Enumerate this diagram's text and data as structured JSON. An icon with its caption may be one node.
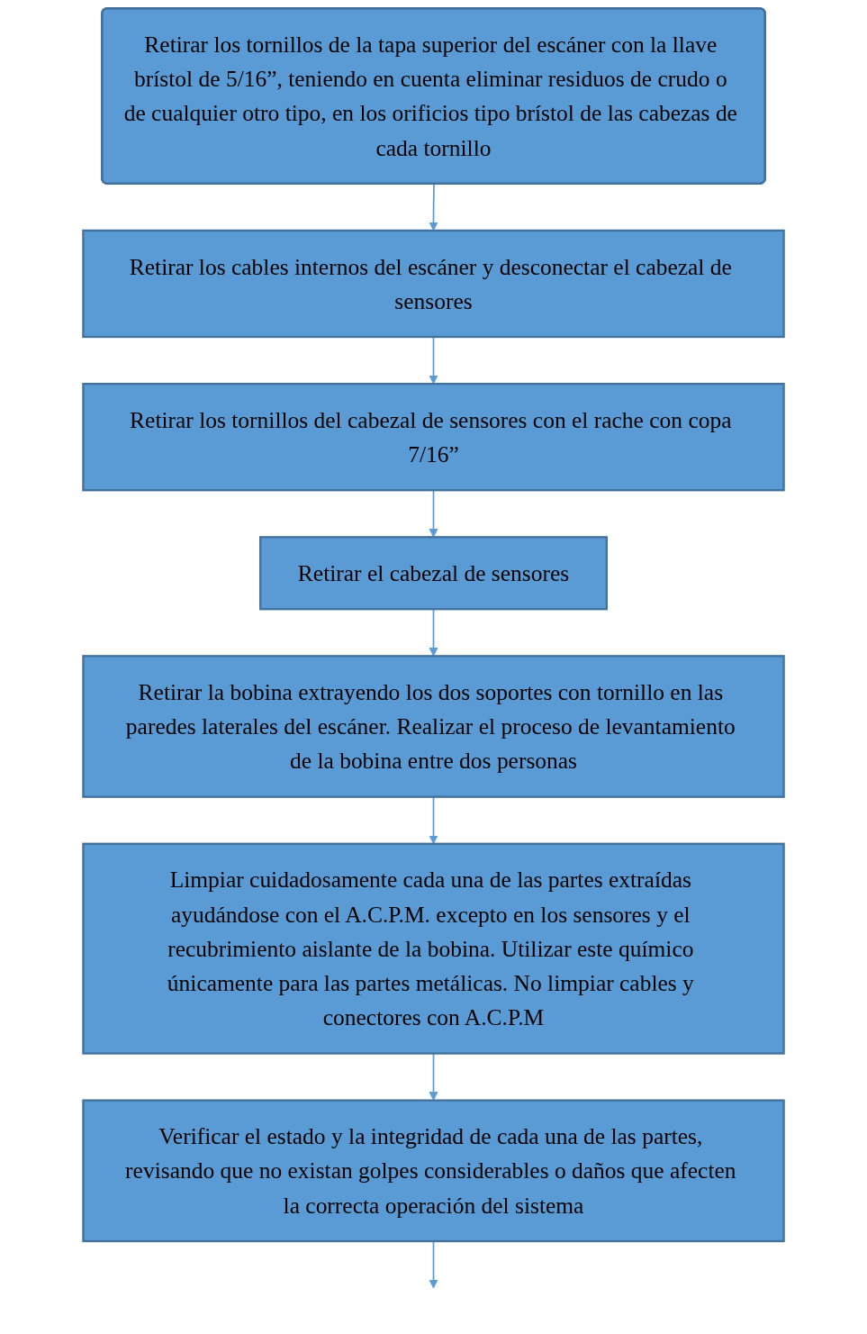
{
  "diagram": {
    "nodes": [
      {
        "text": [
          "Retirar los tornillos de la tapa superior del escáner con la llave brístol de 5/16”, teniendo en cuenta eliminar residuos de crudo o de cualquier otro tipo, en los orificios tipo brístol de las cabezas de cada tornillo"
        ]
      },
      {
        "text": [
          "Retirar los cables internos del escáner y desconectar el cabezal de sensores"
        ]
      },
      {
        "text": [
          "Retirar los tornillos del cabezal de sensores con el rache con copa 7/16”"
        ]
      },
      {
        "text": [
          "Retirar el cabezal de sensores"
        ]
      },
      {
        "text": [
          "Retirar la bobina extrayendo los dos soportes con tornillo en las paredes laterales del escáner. Realizar el proceso de levantamiento de la bobina entre dos personas"
        ]
      },
      {
        "text": [
          "Limpiar cuidadosamente cada una de las partes extraídas ayudándose con el A.C.P.M. excepto en los sensores y el recubrimiento aislante de la bobina. Utilizar este químico únicamente para las partes metálicas. No limpiar cables y conectores con A.C.P.M"
        ]
      },
      {
        "text": [
          "Verificar el estado y la integridad de cada una de las partes, revisando que no existan golpes considerables o daños que afecten la correcta operación del sistema"
        ]
      }
    ],
    "edges": [
      {
        "from": 0,
        "to": 1,
        "arrow": "to"
      },
      {
        "from": 1,
        "to": 2,
        "arrow": "to"
      },
      {
        "from": 2,
        "to": 3,
        "arrow": "to"
      },
      {
        "from": 3,
        "to": 4,
        "arrow": "to"
      },
      {
        "from": 4,
        "to": 5,
        "arrow": "to"
      },
      {
        "from": 5,
        "to": 6,
        "arrow": "to"
      },
      {
        "from": 6,
        "to": null,
        "arrow": "to"
      }
    ]
  }
}
